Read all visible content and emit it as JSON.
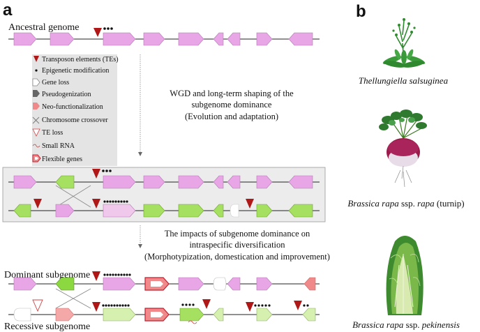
{
  "panel_a": "a",
  "panel_b": "b",
  "labels": {
    "ancestral": "Ancestral genome",
    "dominant": "Dominant subgenome",
    "recessive": "Recessive subgenome"
  },
  "legend": {
    "te": "Transposon elements (TEs)",
    "epi": "Epigenetic modification",
    "gene_loss": "Gene loss",
    "pseudo": "Pseudogenization",
    "neo": "Neo-functionalization",
    "crossover": "Chromosome crossover",
    "te_loss": "TE loss",
    "small_rna": "Small RNA",
    "flexible": "Flexible genes"
  },
  "wgd": {
    "line1": "WGD and long-term shaping of the",
    "line2": "subgenome dominance",
    "line3": "(Evolution and adaptation)"
  },
  "impact": {
    "line1": "The impacts of subgenome dominance on",
    "line2": "intraspecific diversification",
    "line3": "(Morphotypization, domestication and  improvement)"
  },
  "species": {
    "s1": "Thellungiella salsuginea",
    "s2_italic": "Brassica rapa",
    "s2_rest": " ssp. ",
    "s2_italic2": "rapa",
    "s2_tail": " (turnip)",
    "s3_italic": "Brassica rapa",
    "s3_rest": " ssp. ",
    "s3_italic2": "pekinensis"
  },
  "colors": {
    "pink": "#e8a6e6",
    "green": "#a6e060",
    "te": "#b01818",
    "salmon": "#f08a8a",
    "lightpink": "#f0c8ec",
    "lightgreen": "#d6f0b0"
  }
}
